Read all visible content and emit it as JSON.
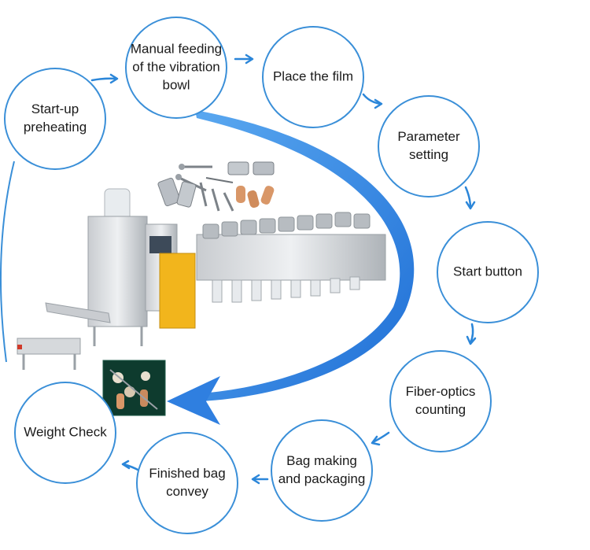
{
  "colors": {
    "circle_stroke": "#3a8fd8",
    "arrow": "#2b86d9",
    "big_arrow": "#2f7fe0",
    "text": "#1a1a1a"
  },
  "steps": [
    {
      "id": "start-up-preheating",
      "lines": [
        "Start-up",
        "preheating"
      ]
    },
    {
      "id": "manual-feeding",
      "lines": [
        "Manual feeding",
        "of the vibration",
        "bowl"
      ]
    },
    {
      "id": "place-the-film",
      "lines": [
        "Place the film"
      ]
    },
    {
      "id": "parameter-setting",
      "lines": [
        "Parameter",
        "setting"
      ]
    },
    {
      "id": "start-button",
      "lines": [
        "Start button"
      ]
    },
    {
      "id": "fiber-optics-counting",
      "lines": [
        "Fiber-optics",
        "counting"
      ]
    },
    {
      "id": "bag-making-packaging",
      "lines": [
        "Bag making",
        "and packaging"
      ]
    },
    {
      "id": "finished-bag-convey",
      "lines": [
        "Finished bag",
        "convey"
      ]
    },
    {
      "id": "weight-check",
      "lines": [
        "Weight Check"
      ]
    }
  ],
  "illustration": {
    "machine": "packaging-machine-photo",
    "parts": "screws-and-fittings-photo",
    "bag": "packed-bag-photo"
  }
}
